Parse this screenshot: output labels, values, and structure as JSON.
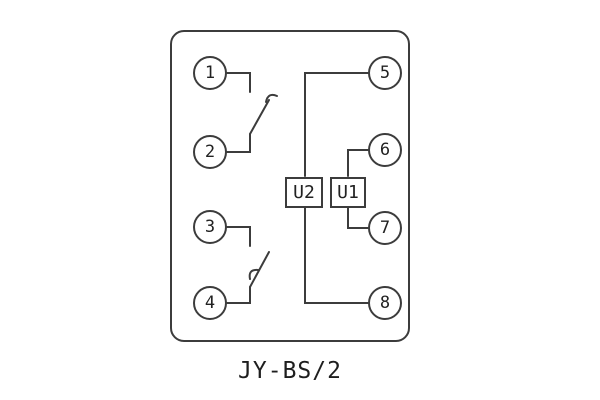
{
  "title": "JY-BS/2",
  "terminals": [
    "1",
    "2",
    "3",
    "4",
    "5",
    "6",
    "7",
    "8"
  ],
  "components": {
    "u2": "U2",
    "u1": "U1"
  },
  "colors": {
    "line": "#3c3c3c",
    "text": "#222222",
    "background": "#ffffff"
  }
}
